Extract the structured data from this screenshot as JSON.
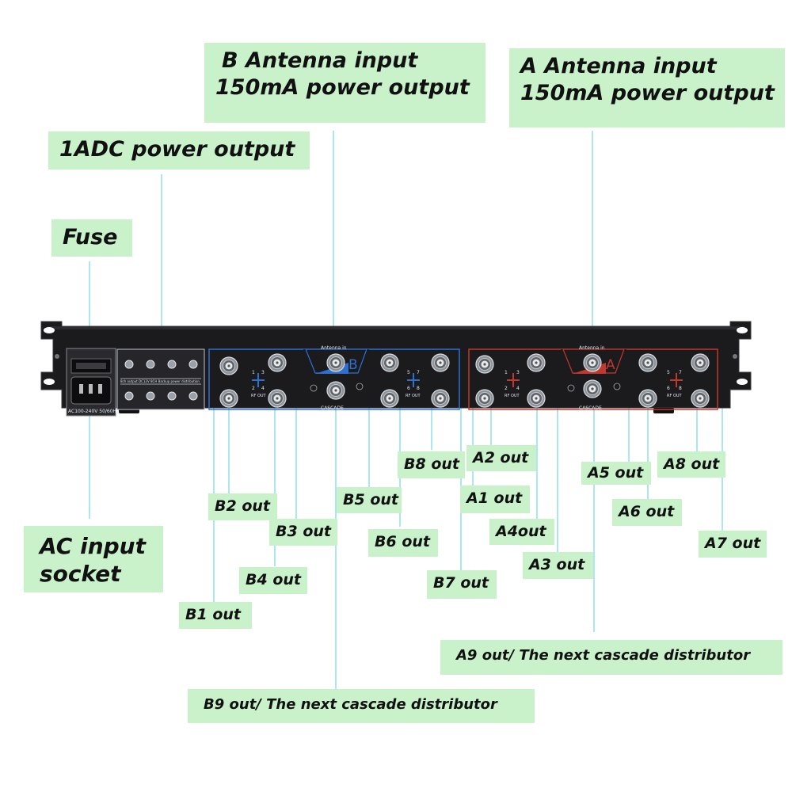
{
  "labels": {
    "b_antenna_line1": "B Antenna input",
    "b_antenna_line2": "150mA power output",
    "a_antenna_line1": "A Antenna input",
    "a_antenna_line2": "150mA power output",
    "adc_power": "1ADC power output",
    "fuse": "Fuse",
    "ac_line1": "AC input",
    "ac_line2": "socket",
    "b1": "B1 out",
    "b2": "B2 out",
    "b3": "B3 out",
    "b4": "B4 out",
    "b5": "B5 out",
    "b6": "B6 out",
    "b7": "B7 out",
    "b8": "B8 out",
    "b9": "B9 out/ The next cascade distributor",
    "a1": "A1 out",
    "a2": "A2 out",
    "a3": "A3 out",
    "a4": "A4out",
    "a5": "A5 out",
    "a6": "A6 out",
    "a7": "A7 out",
    "a8": "A8 out",
    "a9": "A9 out/ The next cascade distributor"
  },
  "panel": {
    "antenna_in_b": "Antenna in",
    "antenna_in_a": "Antenna in",
    "letter_b": "B",
    "letter_a": "A",
    "cascade_b": "CASCADE",
    "cascade_a": "CASCADE",
    "rf_out": "RF OUT",
    "port_nums_left": [
      "1",
      "3",
      "2",
      "4"
    ],
    "port_nums_right": [
      "5",
      "7",
      "6",
      "8"
    ],
    "dc_caption": "8ch output DC12V 8CH Backup power distribution",
    "ac_rating": "AC100-240V 50/60Hz"
  },
  "colors": {
    "label_bg": "#c9f2cb",
    "leader": "#7fd8e8",
    "chassis": "#1b1b1d",
    "b_accent": "#2f6fd0",
    "a_accent": "#c2372e"
  }
}
